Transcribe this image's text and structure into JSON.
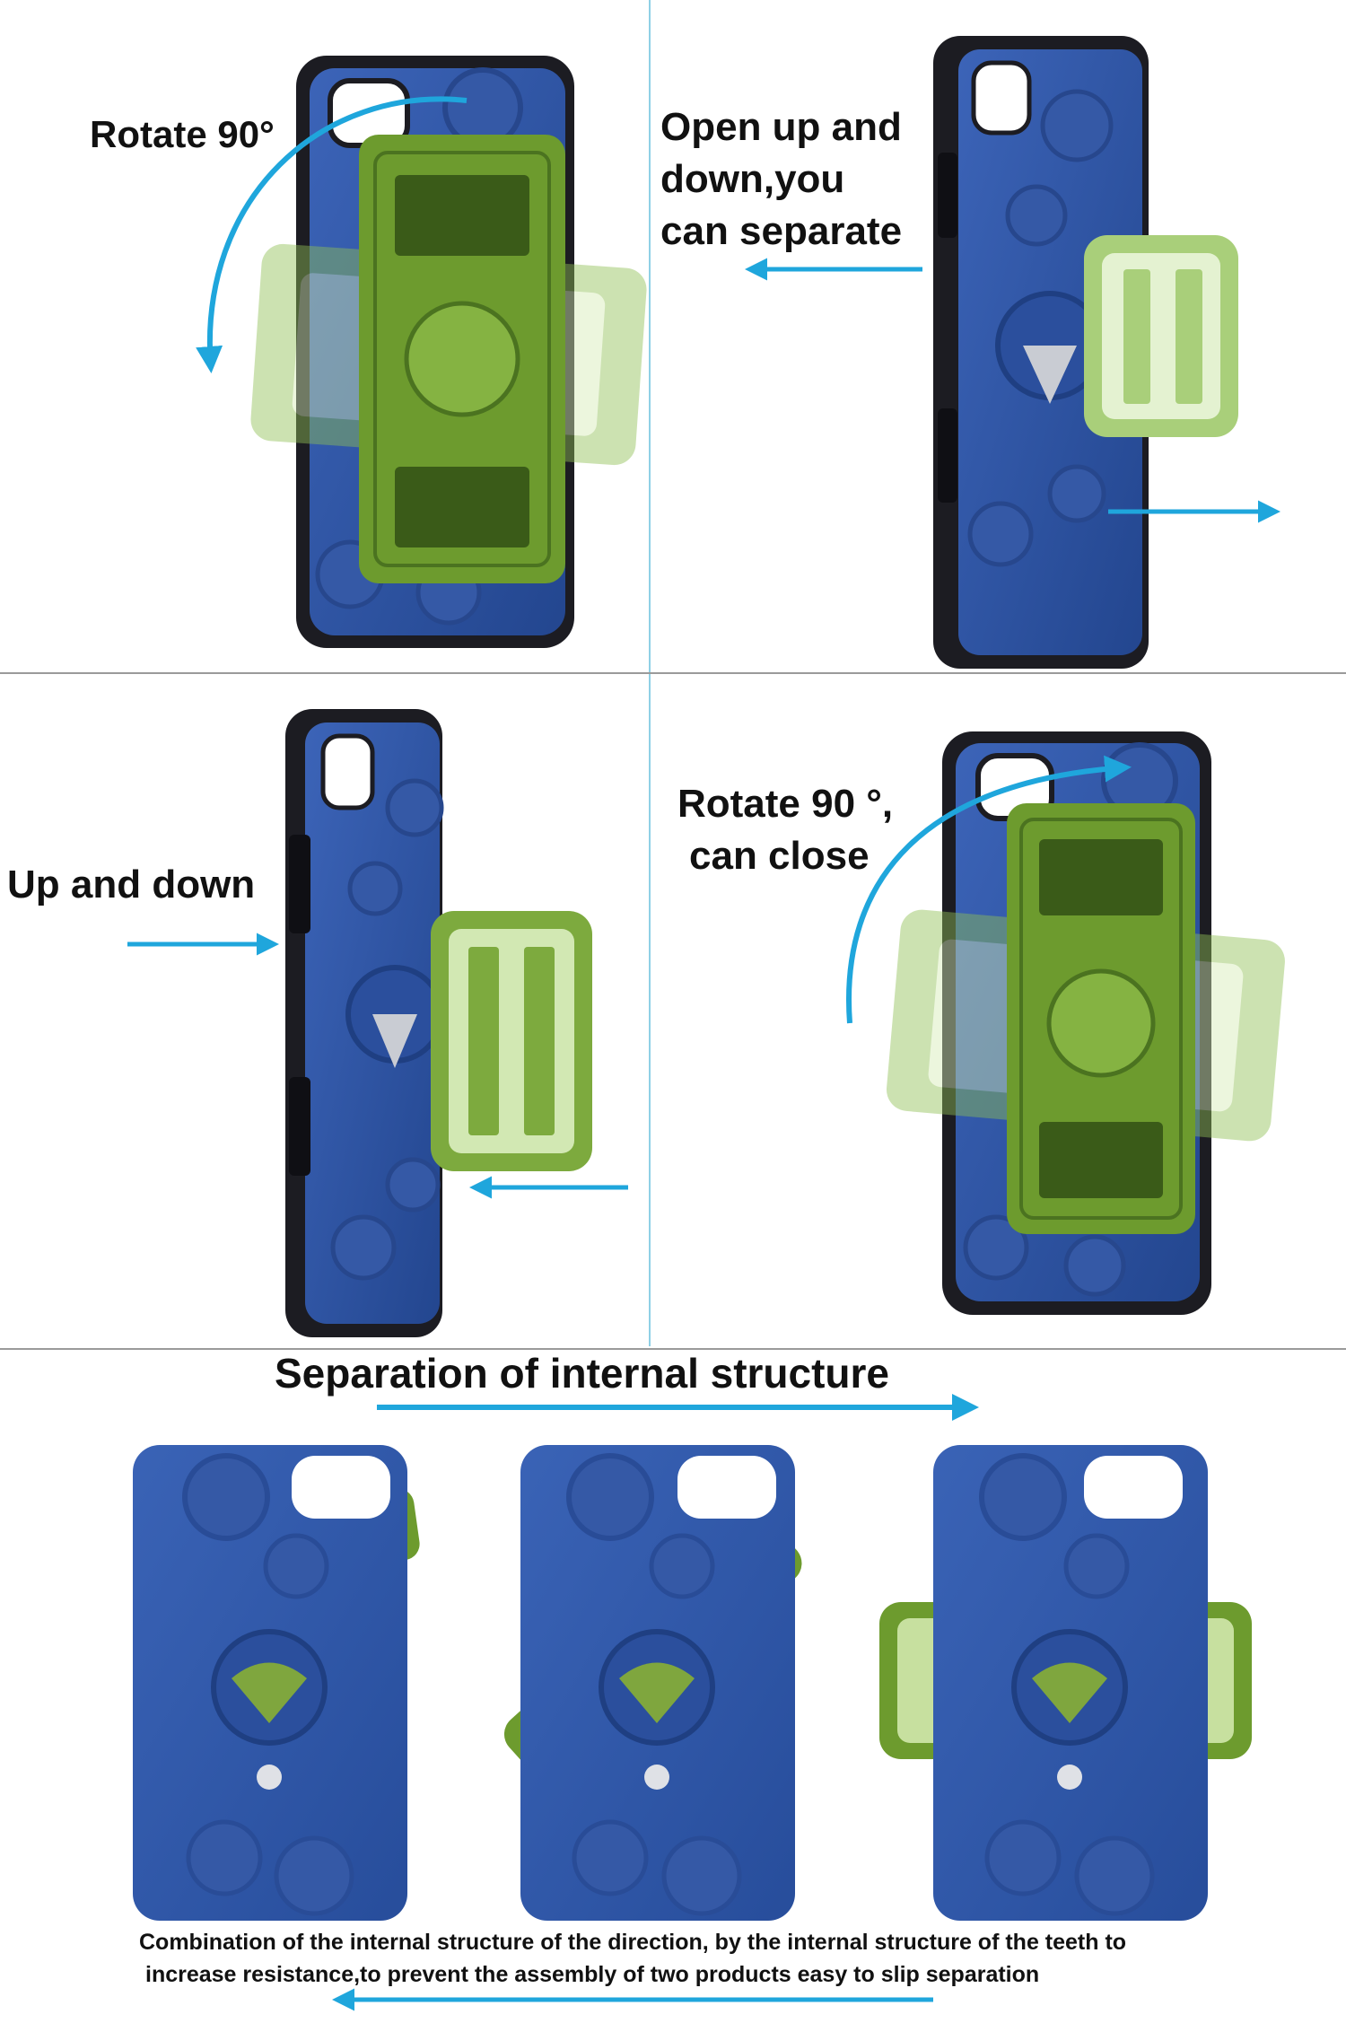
{
  "panels": {
    "rotate_open": {
      "label": "Rotate 90°"
    },
    "separate": {
      "label_lines": [
        "Open up and",
        "down,you",
        "can separate"
      ]
    },
    "assemble": {
      "label": "Up and down"
    },
    "rotate_close": {
      "label_lines": [
        "Rotate 90 °,",
        "can close"
      ]
    }
  },
  "structure": {
    "title": "Separation of internal structure",
    "caption_lines": [
      "Combination of the internal structure of the direction, by the internal structure of the teeth to",
      "increase resistance,to prevent the assembly of two products easy to slip separation"
    ]
  },
  "colors": {
    "case_blue": "#2f55a8",
    "case_black": "#1c1c22",
    "clip_green": "#6d9b2e",
    "arrow_cyan": "#1fa6dc",
    "divider": "#8fd0e6"
  }
}
